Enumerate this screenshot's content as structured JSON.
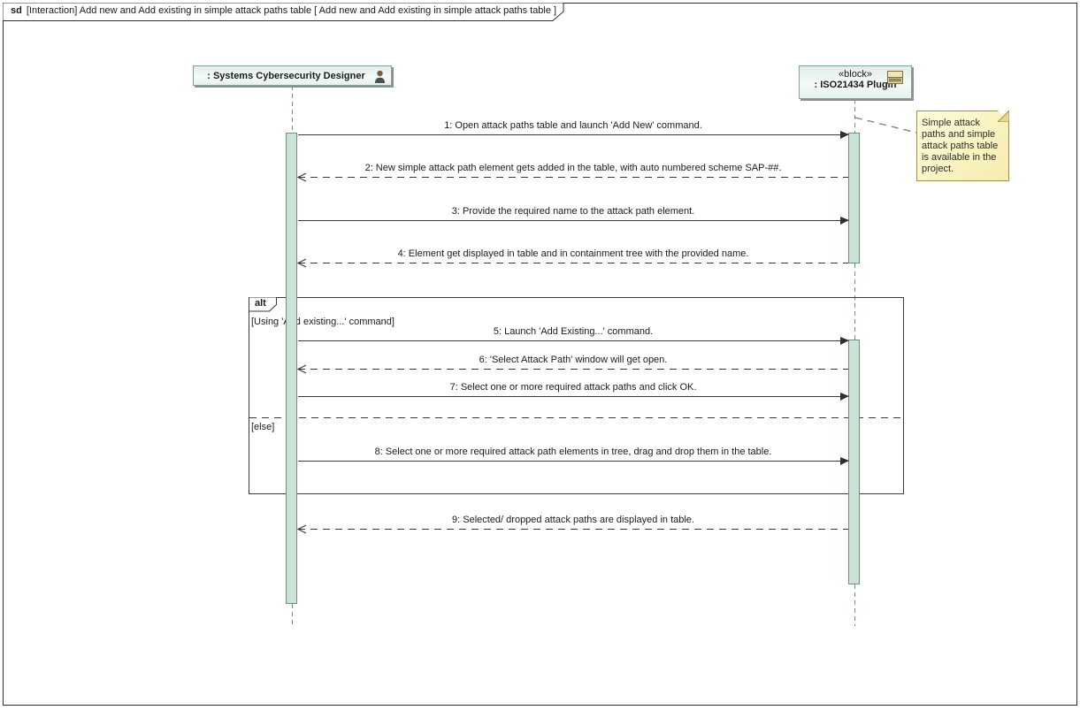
{
  "diagram": {
    "title_keyword": "sd",
    "title_rest": "[Interaction] Add new and Add existing in simple attack paths table [ Add new and Add existing in simple attack paths table ]"
  },
  "lifelines": {
    "designer": {
      "name": ": Systems Cybersecurity Designer",
      "icon": "person-icon"
    },
    "plugin": {
      "stereotype": "«block»",
      "name": ": ISO21434 Plugin",
      "icon": "block-icon"
    }
  },
  "fragment": {
    "operator": "alt",
    "guard_add_existing": "[Using 'Add existing...' command]",
    "guard_else": "[else]"
  },
  "messages": [
    {
      "label": "1:  Open attack paths table and launch 'Add New' command.",
      "type": "call",
      "direction": "right"
    },
    {
      "label": "2:  New simple attack path element gets added in the table, with auto numbered scheme SAP-##.",
      "type": "reply",
      "direction": "left"
    },
    {
      "label": "3:  Provide the required name to the attack path element.",
      "type": "call",
      "direction": "right"
    },
    {
      "label": "4:  Element get displayed in table and in containment tree with the provided name.",
      "type": "reply",
      "direction": "left"
    },
    {
      "label": "5:  Launch 'Add Existing...' command.",
      "type": "call",
      "direction": "right"
    },
    {
      "label": "6:  'Select Attack Path' window will get open.",
      "type": "reply",
      "direction": "left"
    },
    {
      "label": "7:  Select one or more required attack paths and click OK.",
      "type": "call",
      "direction": "right"
    },
    {
      "label": "8:  Select one or more required attack path elements in tree, drag and drop them in the table.",
      "type": "call",
      "direction": "right"
    },
    {
      "label": "9:  Selected/ dropped attack paths are displayed in table.",
      "type": "reply",
      "direction": "left"
    }
  ],
  "note": {
    "text": "Simple attack paths and simple attack paths table is available in the project.",
    "lines": [
      "Simple attack",
      "paths and simple",
      "attack paths table",
      "is available in the",
      "project."
    ]
  },
  "colors": {
    "activation_fill": "#cbe3d4",
    "activation_border": "#6b9080",
    "head_fill": "#e3f1e8",
    "head_border": "#7fa491",
    "note_fill": "#f9f1b9",
    "note_border": "#9c8f4a",
    "message_line": "#3a3a3a",
    "frame_border": "#2f2f2f"
  }
}
